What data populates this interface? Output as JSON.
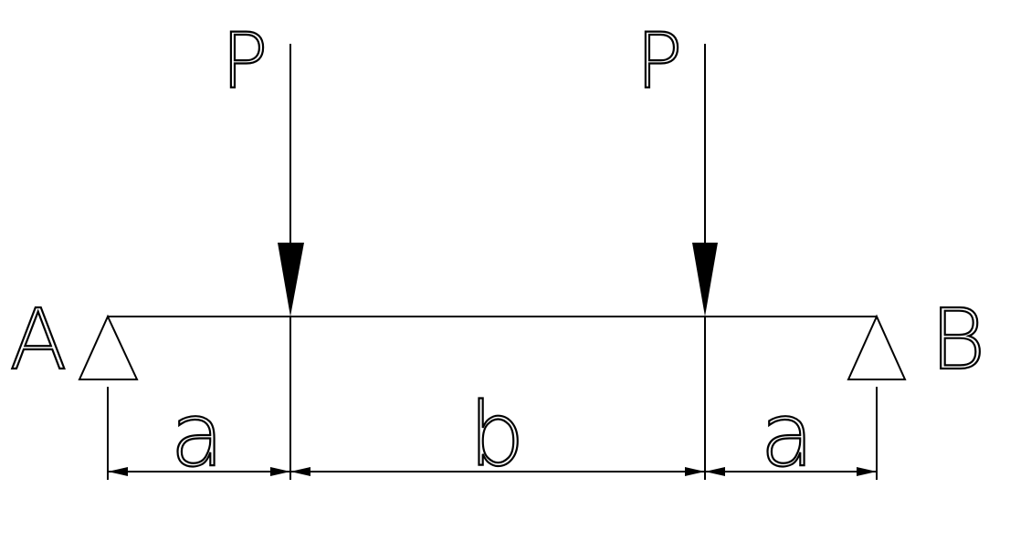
{
  "diagram": {
    "labels": {
      "load_left": "P",
      "load_right": "P",
      "support_left": "A",
      "support_right": "B",
      "span_left": "a",
      "span_middle": "b",
      "span_right": "a"
    },
    "colors": {
      "line": "#000000",
      "background": "#ffffff"
    }
  }
}
